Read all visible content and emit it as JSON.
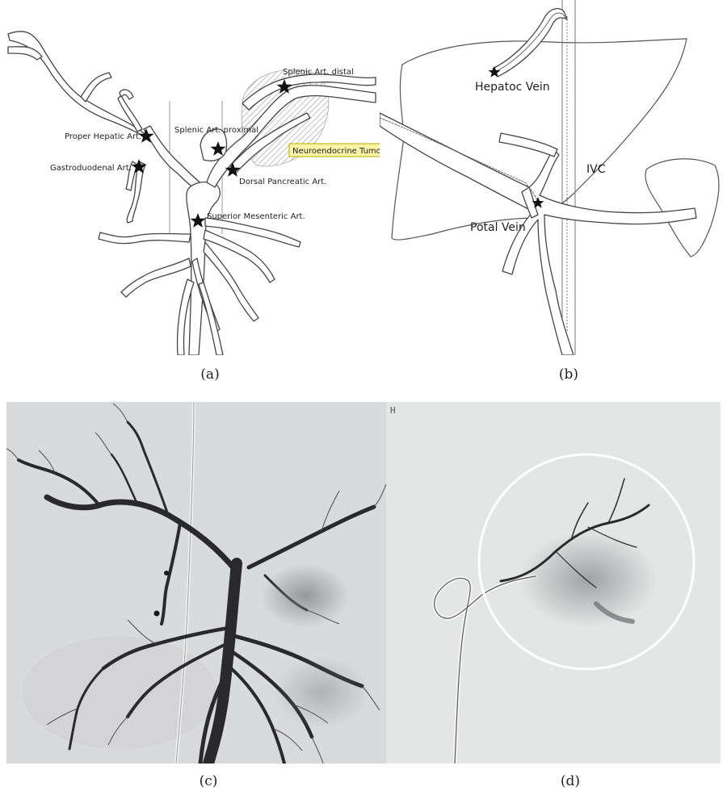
{
  "panel_a": {
    "caption": "(a)",
    "labels": {
      "splenic_distal": "Splenic Art. distal",
      "proper_hepatic": "Proper Hepatic Art.",
      "splenic_proximal": "Splenic Art. proximal",
      "gastroduodenal": "Gastroduodenal Art.",
      "tumor": "Neuroendocrine Tumor",
      "dorsal_pancreatic": "Dorsal Pancreatic Art.",
      "sma": "Superior Mesenteric Art."
    },
    "colors": {
      "tumor_highlight": "#fbf5a6",
      "tumor_border": "#b8a800"
    }
  },
  "panel_b": {
    "caption": "(b)",
    "labels": {
      "hepatic_vein": "Hepatoc Vein",
      "ivc": "IVC",
      "portal_vein": "Potal Vein"
    }
  },
  "panel_c": {
    "caption": "(c)"
  },
  "panel_d": {
    "caption": "(d)",
    "marker": "H"
  }
}
